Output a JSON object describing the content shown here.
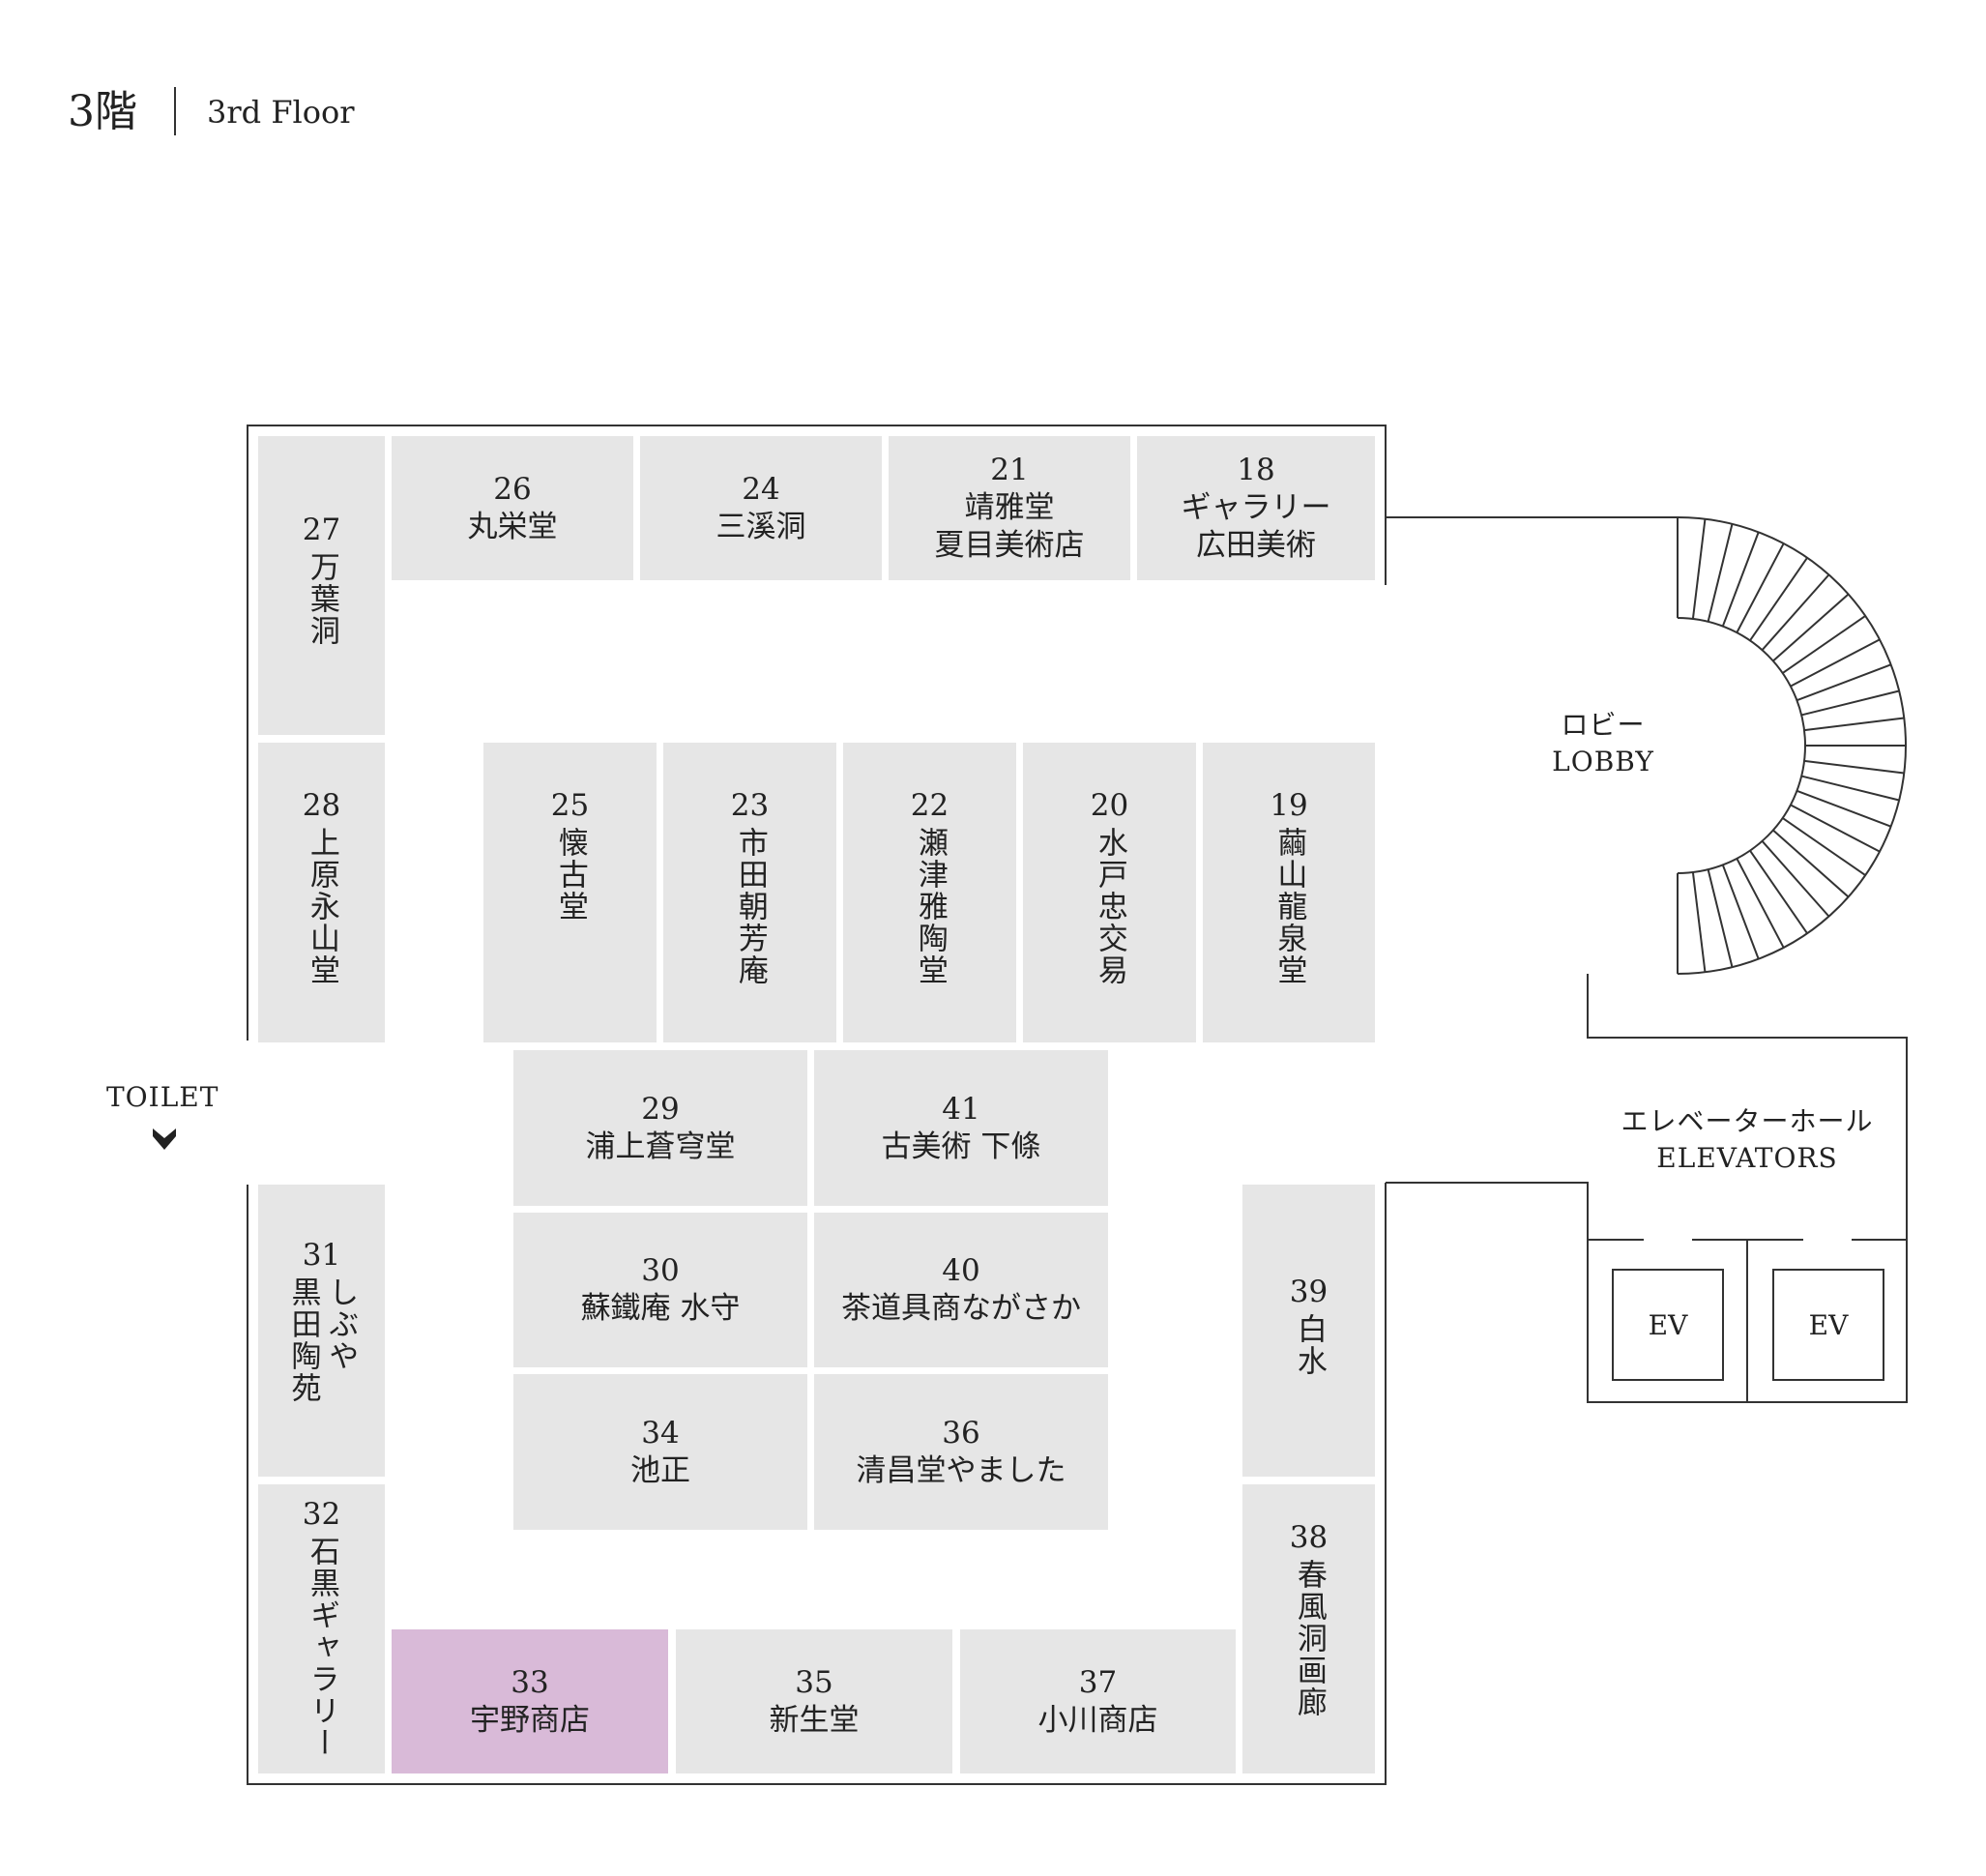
{
  "header": {
    "floor_jp": "3階",
    "floor_en": "3rd Floor"
  },
  "areas": {
    "lobby_jp": "ロビー",
    "lobby_en": "LOBBY",
    "elevators_jp": "エレベーターホール",
    "elevators_en": "ELEVATORS",
    "ev_label": "EV",
    "toilet": "TOILET"
  },
  "booths": {
    "b26": {
      "num": "26",
      "name": "丸栄堂"
    },
    "b24": {
      "num": "24",
      "name": "三溪洞"
    },
    "b21": {
      "num": "21",
      "name": "靖雅堂\n夏目美術店"
    },
    "b18": {
      "num": "18",
      "name": "ギャラリー\n広田美術"
    },
    "b27": {
      "num": "27",
      "name": "万葉洞"
    },
    "b28": {
      "num": "28",
      "name": "上原永山堂"
    },
    "b25": {
      "num": "25",
      "name": "懐古堂"
    },
    "b23": {
      "num": "23",
      "name": "市田朝芳庵"
    },
    "b22": {
      "num": "22",
      "name": "瀬津雅陶堂"
    },
    "b20": {
      "num": "20",
      "name": "水戸忠交易"
    },
    "b19": {
      "num": "19",
      "name": "繭山龍泉堂"
    },
    "b29": {
      "num": "29",
      "name": "浦上蒼穹堂"
    },
    "b41": {
      "num": "41",
      "name": "古美術 下條"
    },
    "b30": {
      "num": "30",
      "name": "蘇鐵庵 水守"
    },
    "b40": {
      "num": "40",
      "name": "茶道具商ながさか"
    },
    "b34": {
      "num": "34",
      "name": "池正"
    },
    "b36": {
      "num": "36",
      "name": "清昌堂やました"
    },
    "b31": {
      "num": "31",
      "name": "しぶや\n黒田陶苑"
    },
    "b39": {
      "num": "39",
      "name": "白水"
    },
    "b32": {
      "num": "32",
      "name": "石黒ギャラリー"
    },
    "b38": {
      "num": "38",
      "name": "春風洞画廊"
    },
    "b33": {
      "num": "33",
      "name": "宇野商店"
    },
    "b35": {
      "num": "35",
      "name": "新生堂"
    },
    "b37": {
      "num": "37",
      "name": "小川商店"
    }
  },
  "colors": {
    "booth": "#e6e6e6",
    "highlight": "#d9bad8",
    "line": "#333333"
  }
}
